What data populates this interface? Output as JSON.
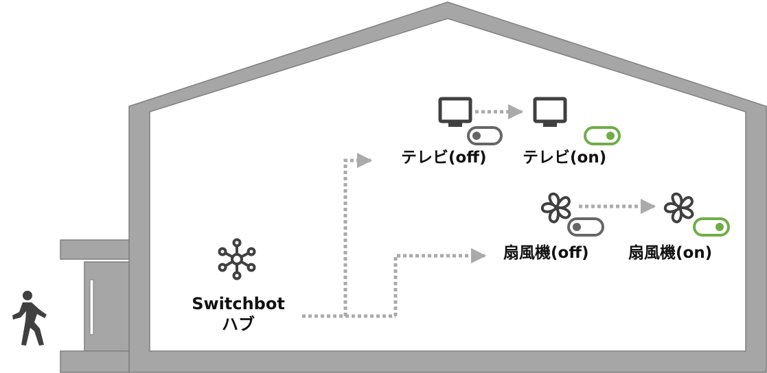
{
  "colors": {
    "house_wall": "#a6a6a6",
    "house_outline": "#7f7f7f",
    "icon_dark": "#404040",
    "icon_mid": "#555555",
    "toggle_off": "#666666",
    "toggle_on": "#70ad47",
    "arrow": "#aaaaaa",
    "text": "#111111"
  },
  "icons": {
    "person": "walking-person-icon",
    "hub": "hub-network-icon",
    "tv": "tv-monitor-icon",
    "fan": "fan-icon",
    "toggle_off": "toggle-off-icon",
    "toggle_on": "toggle-on-icon"
  },
  "hub": {
    "line1": "Switchbot",
    "line2": "ハブ"
  },
  "tv": {
    "off_label": "テレビ(off)",
    "on_label": "テレビ(on)"
  },
  "fan": {
    "off_label": "扇風機(off)",
    "on_label": "扇風機(on)"
  }
}
